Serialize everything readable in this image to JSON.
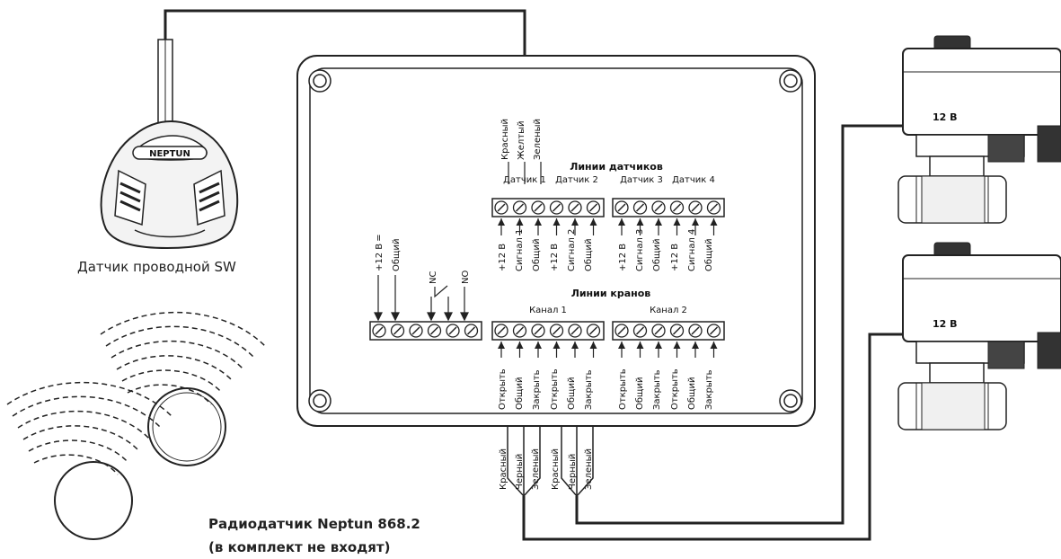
{
  "wired_sensor": {
    "logo": "NEPTUN",
    "caption": "Датчик проводной SW",
    "wires": [
      "Красный",
      "Желтый",
      "Зеленый"
    ]
  },
  "radio_sensor": {
    "title": "Радиодатчик Neptun 868.2",
    "note": "(в комплект не входят)"
  },
  "sensor_lines": {
    "title": "Линии датчиков",
    "groups": [
      "Датчик 1",
      "Датчик 2",
      "Датчик 3",
      "Датчик 4"
    ],
    "terminals": [
      "+12 В",
      "Сигнал 1",
      "Общий",
      "+12 В",
      "Сигнал 2",
      "Общий",
      "+12 В",
      "Сигнал 3",
      "Общий",
      "+12 В",
      "Сигнал 4",
      "Общий"
    ]
  },
  "power_relay": {
    "labels": [
      "+12 В ═",
      "Общий",
      "NC",
      "NO"
    ]
  },
  "valve_lines": {
    "title": "Линии кранов",
    "channels": [
      "Канал 1",
      "Канал 2"
    ],
    "terminals": [
      "Открыть",
      "Общий",
      "Закрыть",
      "Открыть",
      "Общий",
      "Закрыть",
      "Открыть",
      "Общий",
      "Закрыть",
      "Открыть",
      "Общий",
      "Закрыть"
    ]
  },
  "valve_wires": [
    "Красный",
    "Черный",
    "Зеленый",
    "Красный",
    "Черный",
    "Зеленый"
  ],
  "valves": [
    {
      "voltage": "12 В"
    },
    {
      "voltage": "12 В"
    }
  ]
}
